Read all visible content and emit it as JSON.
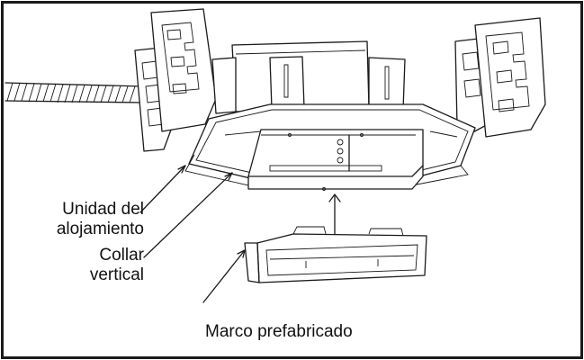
{
  "labels": {
    "housing_line1": "Unidad del",
    "housing_line2": "alojamiento",
    "collar_line1": "Collar",
    "collar_line2": "vertical",
    "trim": "Marco prefabricado"
  },
  "colors": {
    "line": "#1a1a1a",
    "border": "#1a1a1a",
    "background": "#ffffff"
  }
}
